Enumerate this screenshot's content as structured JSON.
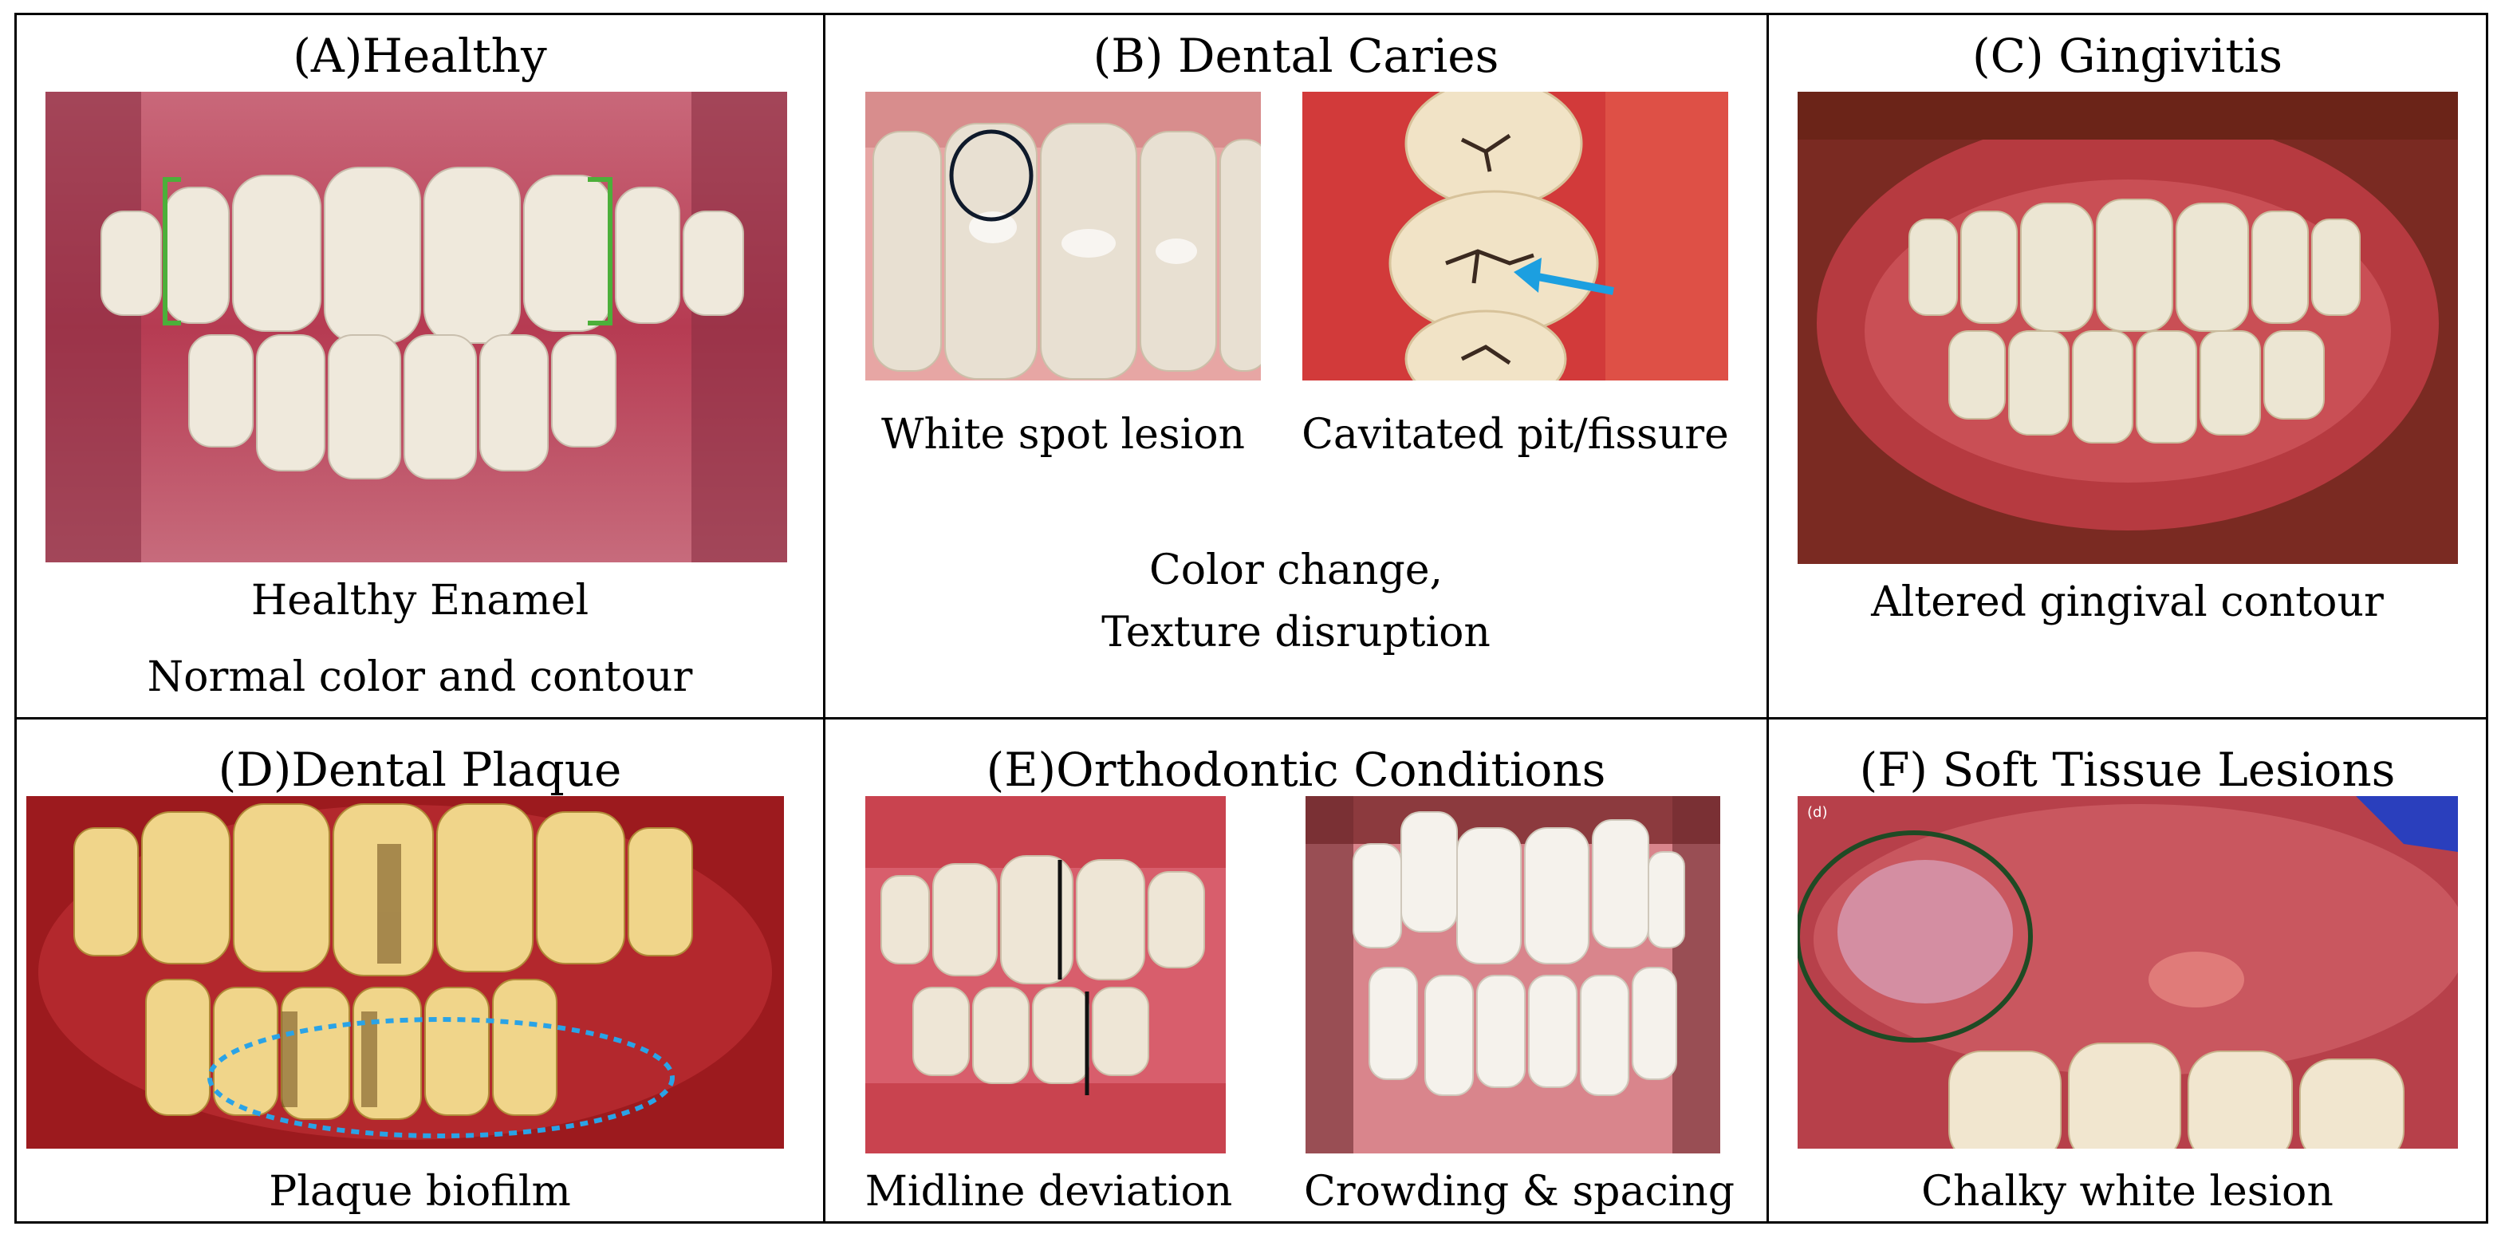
{
  "panels": {
    "a": {
      "title": "(A)Healthy",
      "caption1": "Healthy Enamel",
      "caption2": "Normal color and contour"
    },
    "b": {
      "title": "(B) Dental Caries",
      "left_caption": "White spot lesion",
      "right_caption": "Cavitated pit/fissure",
      "note1": "Color change,",
      "note2": "Texture disruption"
    },
    "c": {
      "title": "(C) Gingivitis",
      "caption": "Altered gingival contour"
    },
    "d": {
      "title": "(D)Dental Plaque",
      "caption": "Plaque biofilm"
    },
    "e": {
      "title": "(E)Orthodontic Conditions",
      "left_caption": "Midline deviation",
      "right_caption": "Crowding & spacing"
    },
    "f": {
      "title": "(F) Soft Tissue Lesions",
      "caption": "Chalky white lesion",
      "photo_label": "(d)"
    }
  },
  "colors": {
    "border": "#000000",
    "gum": "#c84a5a",
    "tooth": "#efe9dc",
    "bracket": "#4caf3a",
    "arrow": "#1c9fe0",
    "plaque_ring": "#2aa3e6",
    "lesion_ring": "#1f4a24"
  }
}
